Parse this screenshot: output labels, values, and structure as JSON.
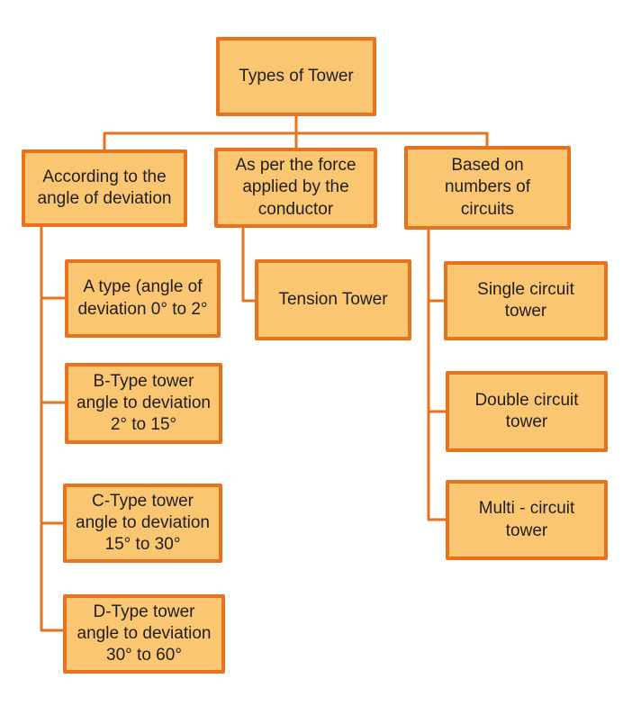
{
  "colors": {
    "box_fill": "#FAC671",
    "box_border": "#E7731E",
    "connector": "#E7731E",
    "text": "#1F1F1F",
    "background": "#FFFFFF"
  },
  "nodes": {
    "root": {
      "label": "Types of Tower"
    },
    "angle": {
      "label": "According to the\nangle of deviation"
    },
    "force": {
      "label": "As per the force\napplied by the\nconductor"
    },
    "circuits": {
      "label": "Based on\nnumbers of\ncircuits"
    },
    "atype": {
      "label": "A type (angle of\ndeviation 0° to 2°"
    },
    "btype": {
      "label": "B-Type tower\nangle to deviation\n2° to 15°"
    },
    "ctype": {
      "label": "C-Type tower\nangle to deviation\n15° to 30°"
    },
    "dtype": {
      "label": "D-Type tower\nangle to deviation\n30° to 60°"
    },
    "tension": {
      "label": "Tension Tower"
    },
    "single": {
      "label": "Single circuit\ntower"
    },
    "double": {
      "label": "Double circuit\ntower"
    },
    "multi": {
      "label": "Multi - circuit\ntower"
    }
  },
  "edges": [
    {
      "from": "root",
      "to": "angle"
    },
    {
      "from": "root",
      "to": "force"
    },
    {
      "from": "root",
      "to": "circuits"
    },
    {
      "from": "angle",
      "to": "atype"
    },
    {
      "from": "angle",
      "to": "btype"
    },
    {
      "from": "angle",
      "to": "ctype"
    },
    {
      "from": "angle",
      "to": "dtype"
    },
    {
      "from": "force",
      "to": "tension"
    },
    {
      "from": "circuits",
      "to": "single"
    },
    {
      "from": "circuits",
      "to": "double"
    },
    {
      "from": "circuits",
      "to": "multi"
    }
  ]
}
